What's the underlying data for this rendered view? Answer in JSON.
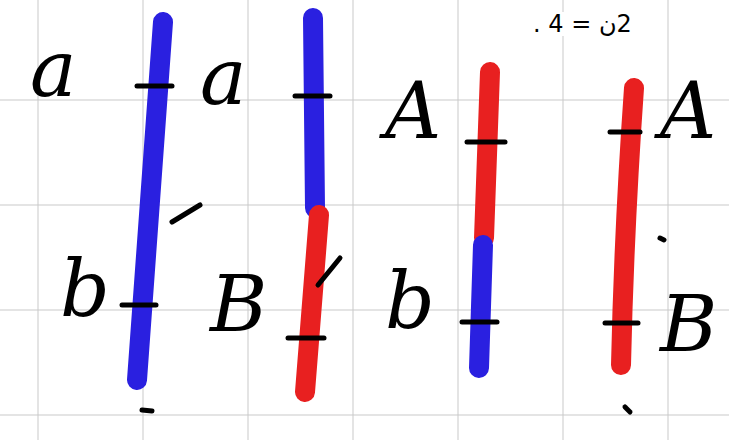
{
  "diagram": {
    "labels": [
      "2ن = 4 .",
      "a",
      "a",
      "A",
      "A",
      "b",
      "B",
      "b",
      "B"
    ]
  }
}
